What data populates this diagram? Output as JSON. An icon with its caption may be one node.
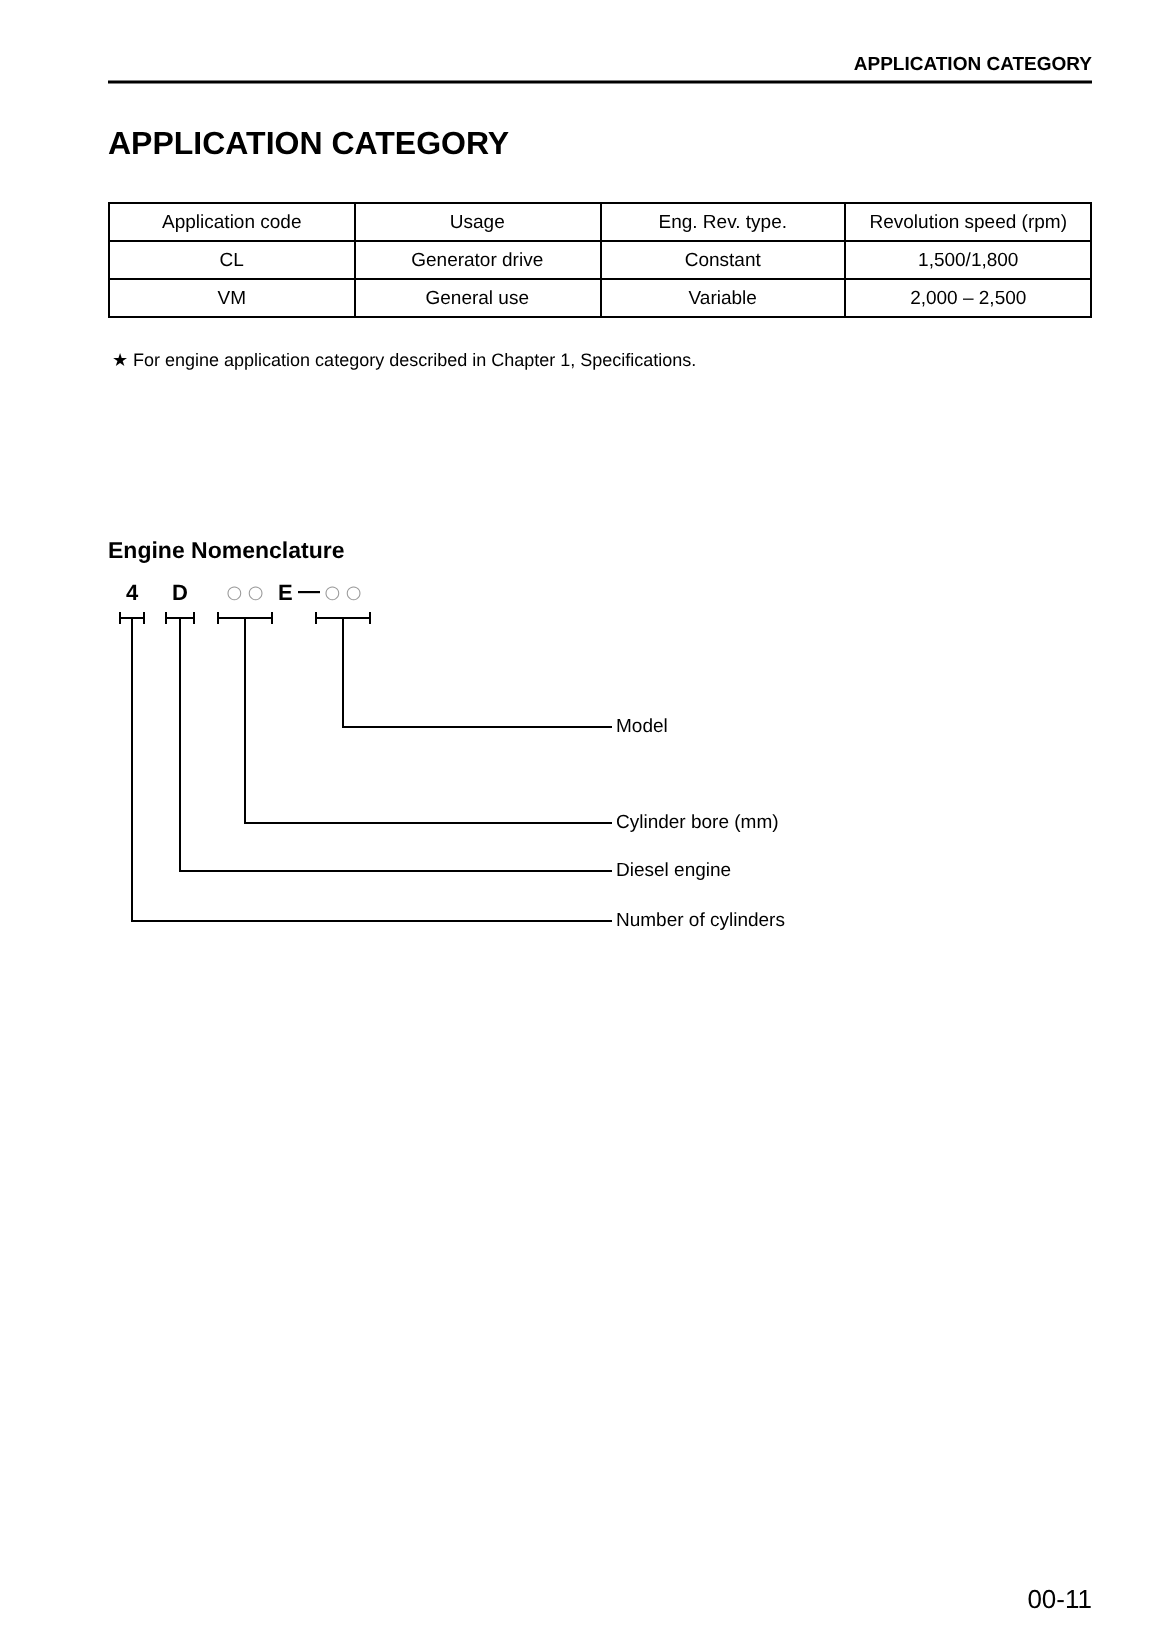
{
  "diagram": {
    "title": "APPLICATION CATEGORY",
    "nodes": [
      {
        "text": [
          "4"
        ]
      },
      {
        "text": [
          "D"
        ]
      },
      {
        "text": [
          "○ ○"
        ]
      },
      {
        "text": [
          "○ ○"
        ]
      },
      {
        "text": [
          "Model"
        ]
      },
      {
        "text": [
          "Cylinder bore (mm)"
        ]
      },
      {
        "text": [
          "Diesel engine"
        ]
      },
      {
        "text": [
          "Number of cylinders"
        ]
      }
    ],
    "edges": [
      {
        "from": 4,
        "to": 3,
        "arrow": "none"
      },
      {
        "from": 5,
        "to": 2,
        "arrow": "none"
      },
      {
        "from": 6,
        "to": 1,
        "arrow": "none"
      },
      {
        "from": 7,
        "to": 0,
        "arrow": "none"
      }
    ],
    "labels": [
      "APPLICATION CATEGORY",
      "Application code",
      "Usage",
      "Eng. Rev. type.",
      "Revolution speed (rpm)",
      "CL",
      "Generator drive",
      "Constant",
      "1,500/1,800",
      "VM",
      "General use",
      "Variable",
      "2,000 – 2,500",
      "★ For engine application category described in Chapter 1, Specifications.",
      "Engine Nomenclature",
      "E",
      "—",
      "00-11"
    ]
  }
}
